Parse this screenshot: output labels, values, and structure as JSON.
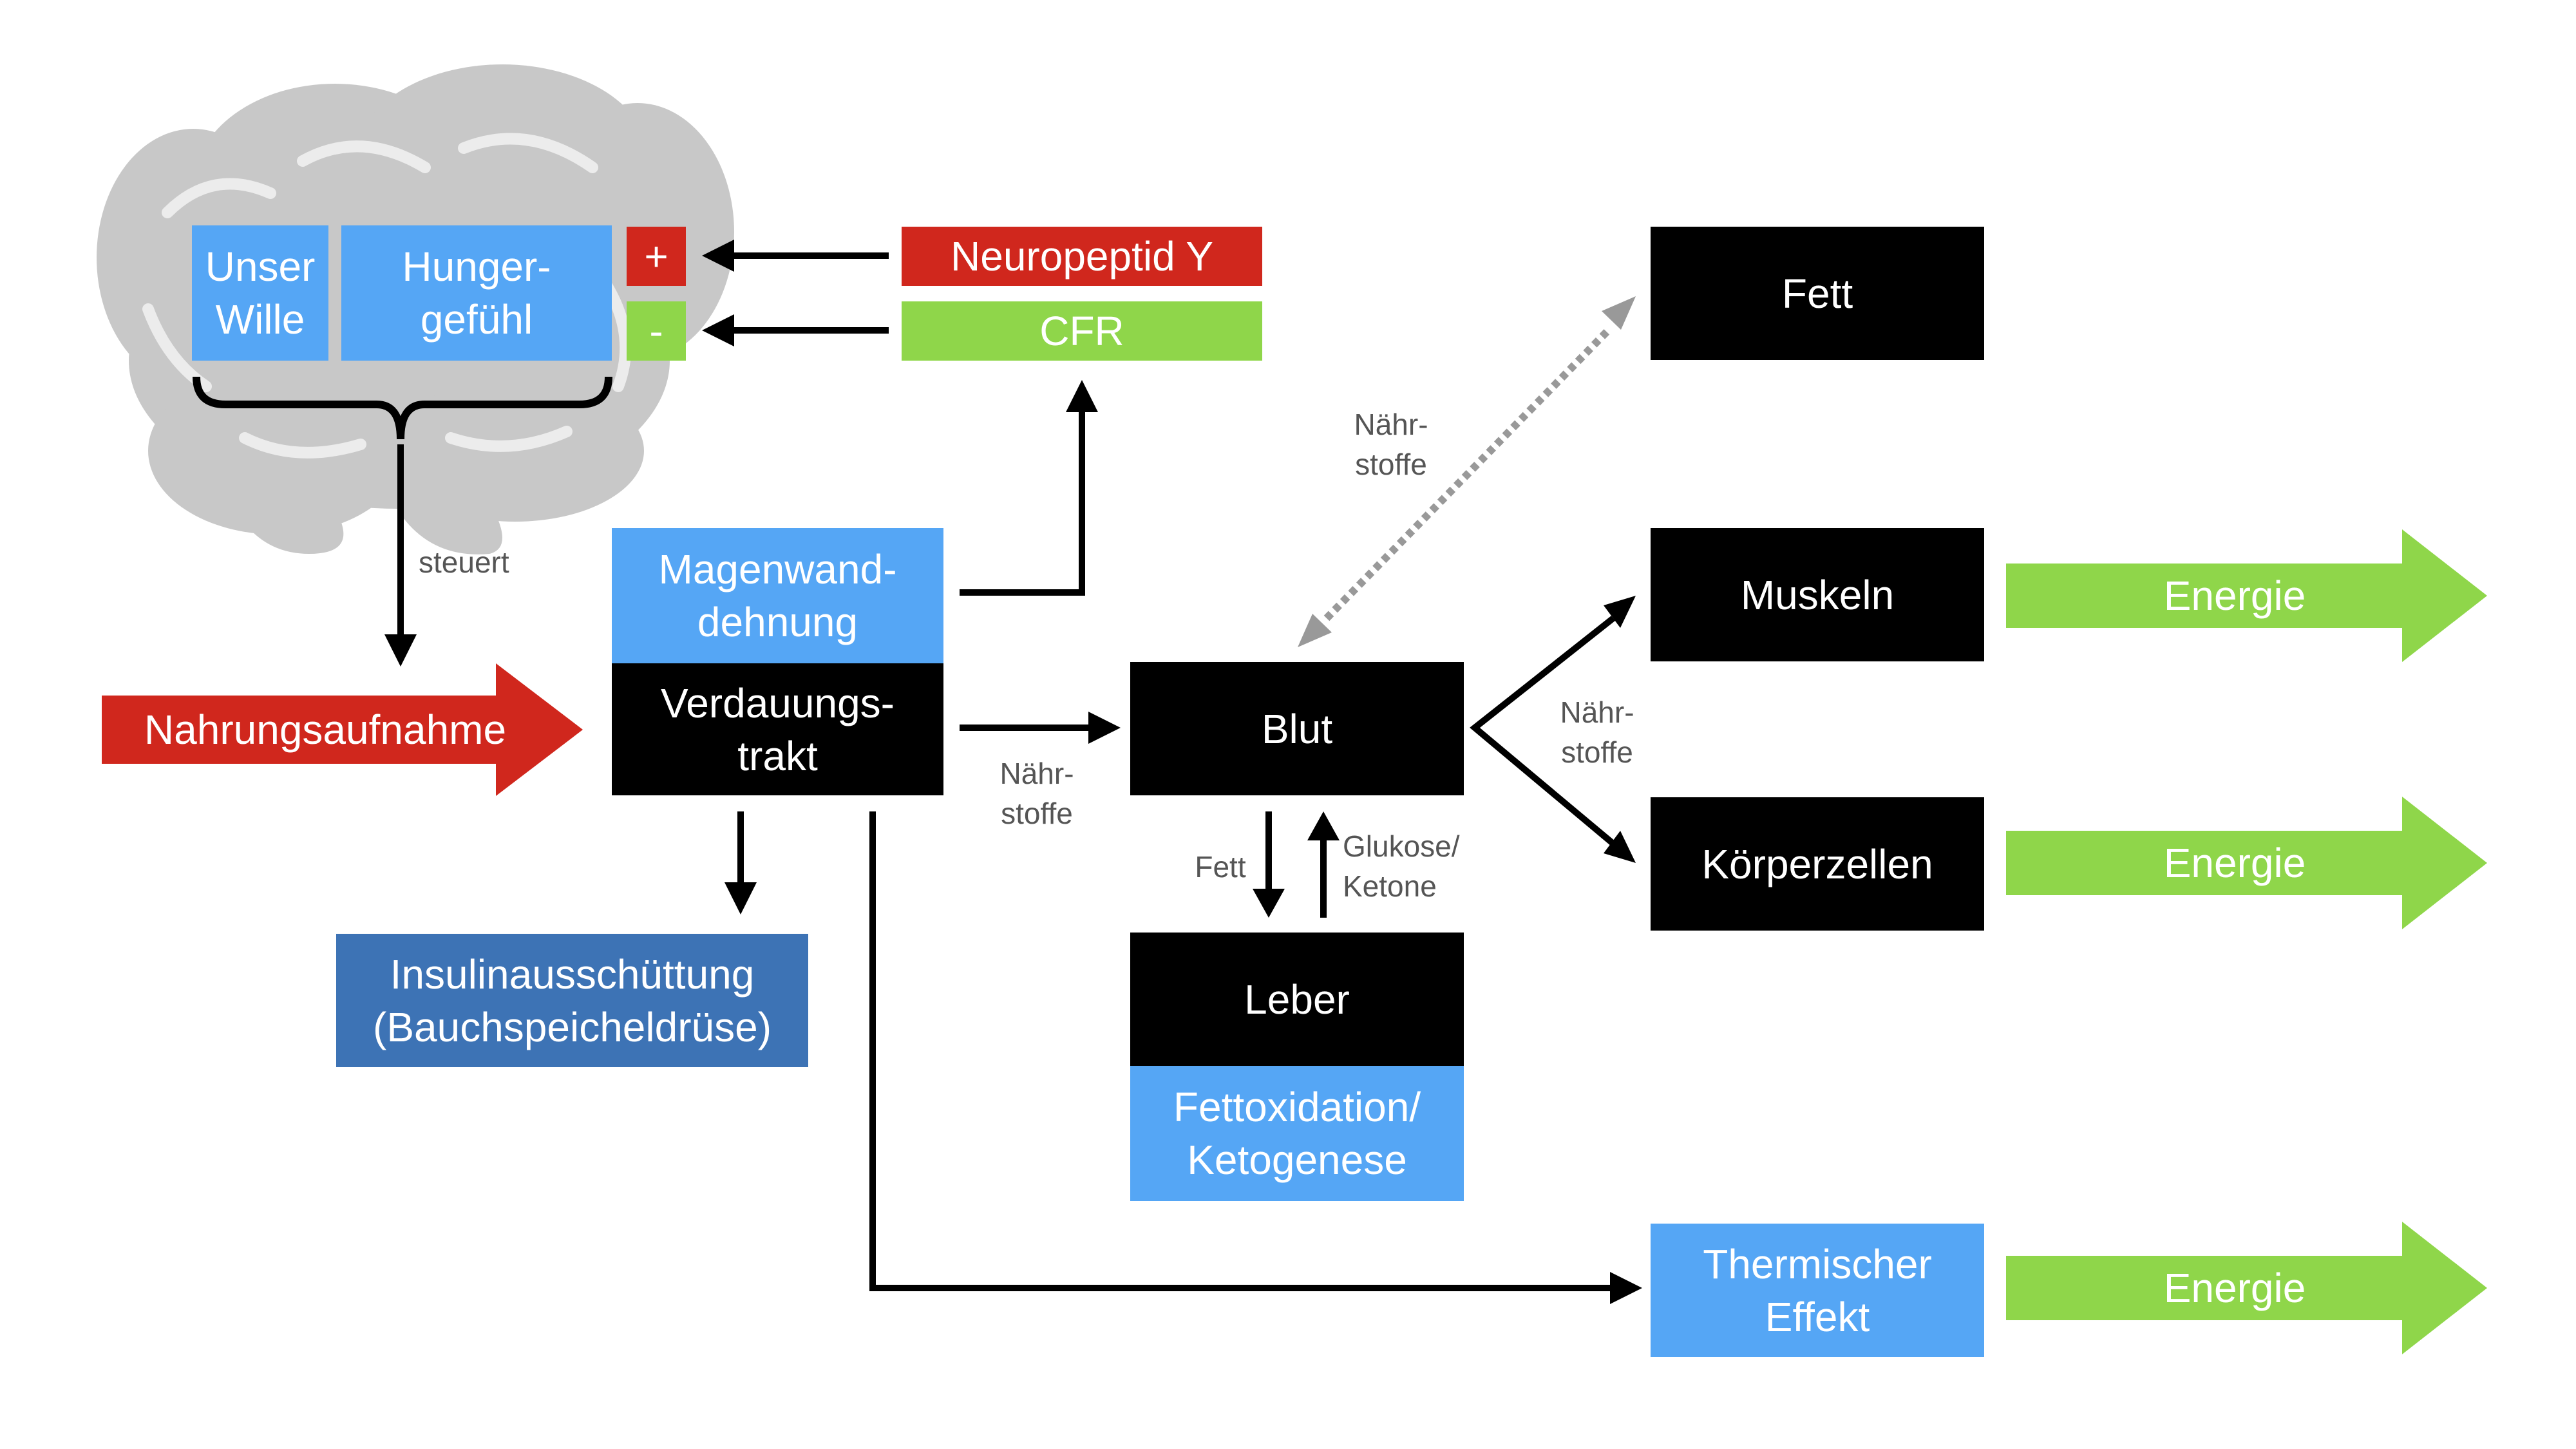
{
  "brain": {
    "unser_wille": "Unser\nWille",
    "hungergefuehl": "Hunger-\ngefühl",
    "plus": "+",
    "minus": "-"
  },
  "signals": {
    "neuropeptid": "Neuropeptid Y",
    "cfr": "CFR"
  },
  "steuert": "steuert",
  "nahrungsaufnahme": "Nahrungsaufnahme",
  "magen": "Magenwand-\ndehnung",
  "verdauung": "Verdauungs-\ntrakt",
  "insulin": "Insulinausschüttung\n(Bauchspeicheldrüse)",
  "naehrstoffe_1": "Nähr-\nstoffe",
  "naehrstoffe_2": "Nähr-\nstoffe",
  "naehrstoffe_3": "Nähr-\nstoffe",
  "blut": "Blut",
  "fett_label": "Fett",
  "glukose_label": "Glukose/\nKetone",
  "leber": "Leber",
  "fettoxidation": "Fettoxidation/\nKetogenese",
  "targets": {
    "fett": "Fett",
    "muskeln": "Muskeln",
    "koerperzellen": "Körperzellen",
    "thermisch": "Thermischer\nEffekt"
  },
  "energie": [
    "Energie",
    "Energie",
    "Energie"
  ],
  "colors": {
    "black": "#000000",
    "light_blue": "#55a6f5",
    "dark_blue": "#3d73b5",
    "red": "#d0271d",
    "green": "#8fd64a",
    "brain_gray": "#c8c8c8",
    "dotted_gray": "#999999"
  }
}
